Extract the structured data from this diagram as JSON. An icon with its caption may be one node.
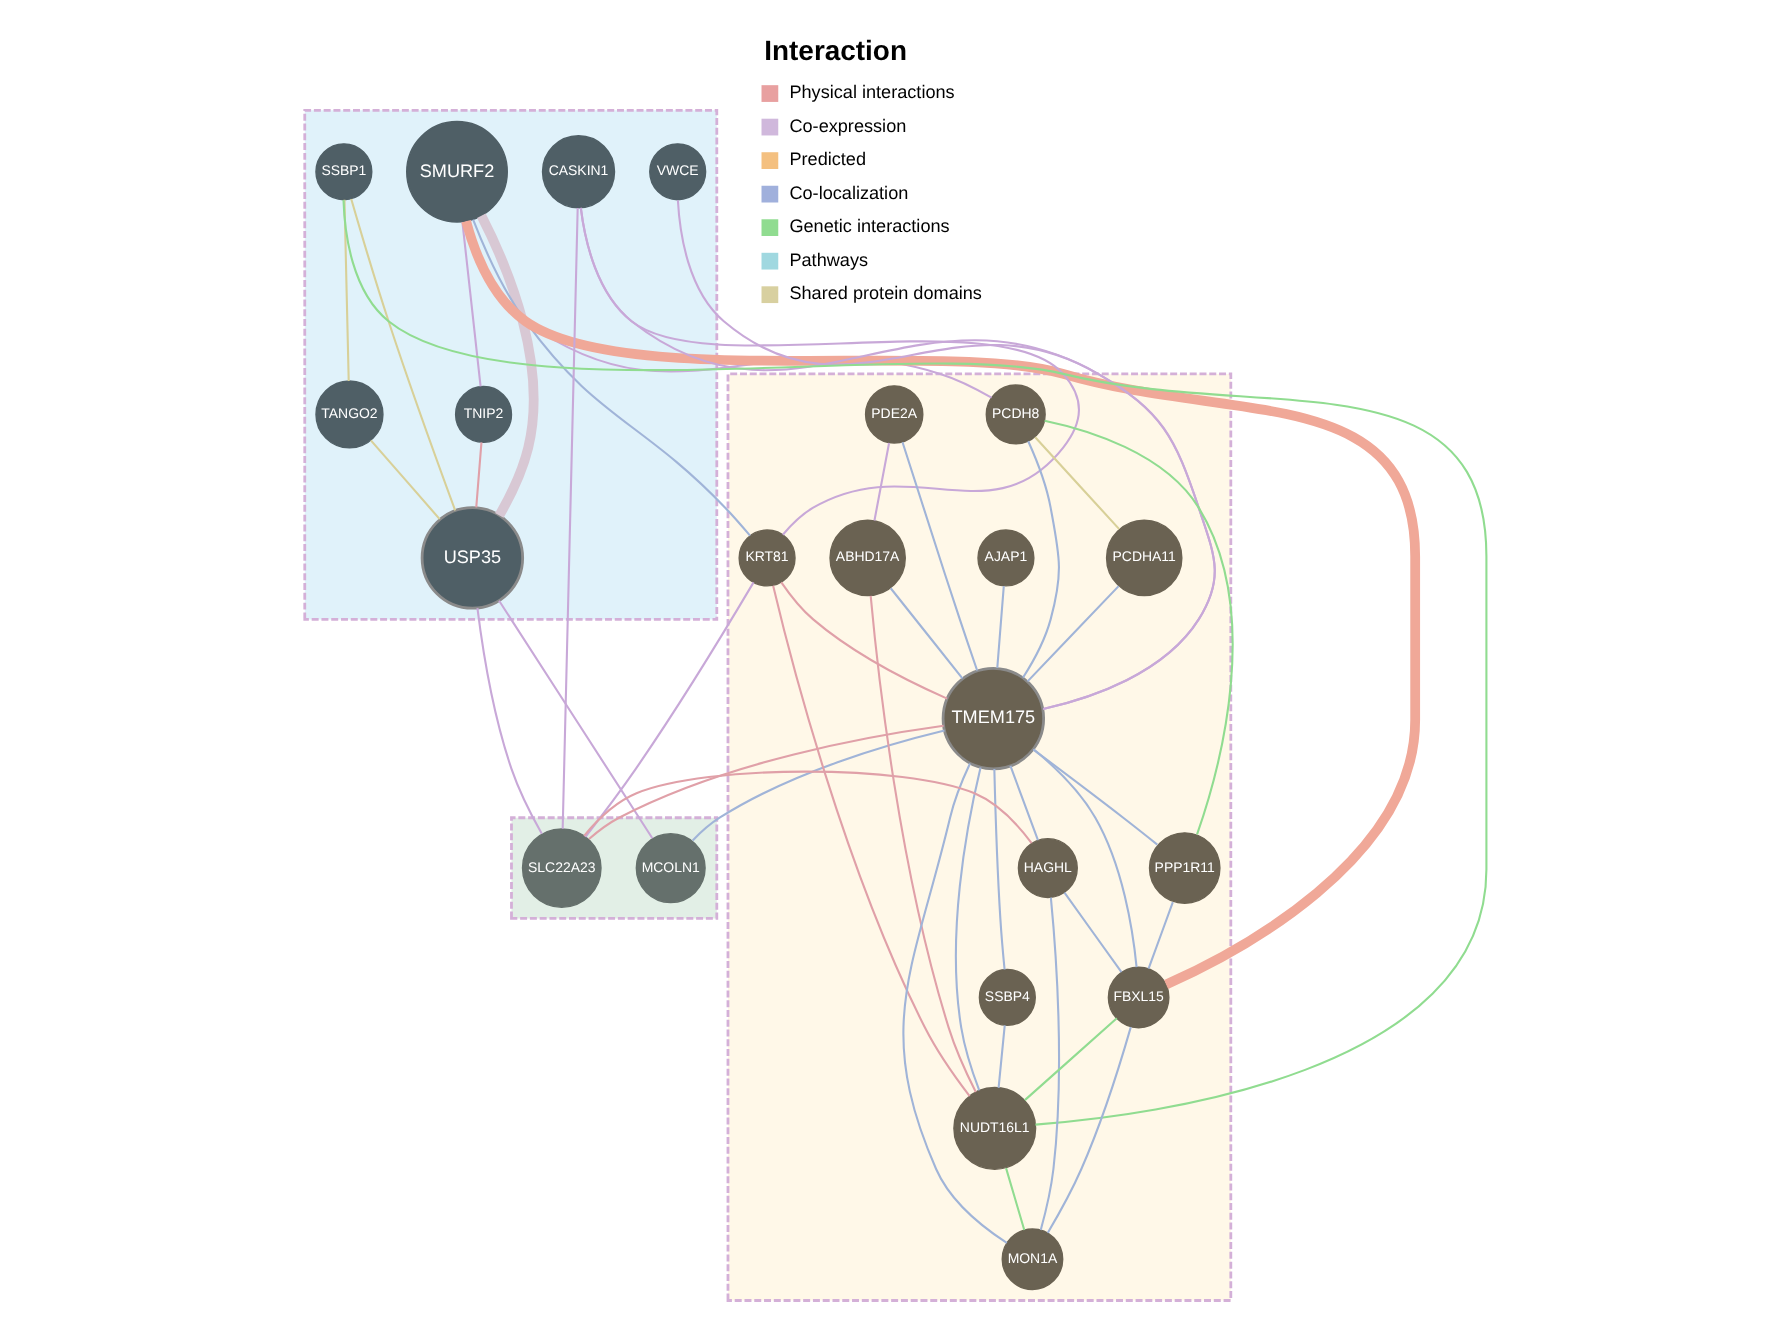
{
  "diagram": {
    "nodes": [
      {
        "text": [],
        "shape": "band"
      },
      {
        "text": [
          "SMURF2"
        ],
        "in": 0
      },
      {
        "text": [
          "VWCE"
        ],
        "in": 0
      },
      {
        "text": [
          "CASKIN1"
        ],
        "in": 0
      },
      {
        "text": [
          "TNIP2"
        ],
        "in": 0
      },
      {
        "text": [
          "SSBP1"
        ],
        "in": 0
      },
      {
        "text": [
          "TANGO2"
        ],
        "in": 0
      },
      {
        "text": [
          "USP35"
        ],
        "in": 0
      },
      {
        "text": [],
        "shape": "band"
      },
      {
        "text": [
          "MCOLN1"
        ],
        "in": 8
      },
      {
        "text": [
          "SLC22A23"
        ],
        "in": 8
      },
      {
        "text": [],
        "shape": "band"
      },
      {
        "text": [
          "KRT81"
        ],
        "in": 11
      },
      {
        "text": [
          "PDE2A"
        ],
        "in": 11
      },
      {
        "text": [
          "ABHD17A"
        ],
        "in": 11
      },
      {
        "text": [
          "TMEM175"
        ],
        "in": 11
      },
      {
        "text": [
          "PCDH8"
        ],
        "in": 11
      },
      {
        "text": [
          "HAGHL"
        ],
        "in": 11
      },
      {
        "text": [
          "PCDHA11"
        ],
        "in": 11
      },
      {
        "text": [
          "PPP1R11"
        ],
        "in": 11
      },
      {
        "text": [
          "AJAP1"
        ],
        "in": 11
      },
      {
        "text": [
          "SSBP4"
        ],
        "in": 11
      },
      {
        "text": [
          "FBXL15"
        ],
        "in": 11
      },
      {
        "text": [
          "NUDT16L1"
        ],
        "in": 11
      },
      {
        "text": [
          "MON1A"
        ],
        "in": 11
      }
    ],
    "edges": [
      {
        "from": 1,
        "to": 7,
        "arrow": "none",
        "style": "thick",
        "color": "#d8c8d4"
      },
      {
        "from": 1,
        "to": 22,
        "arrow": "none",
        "style": "thick",
        "color": "#f0a898"
      },
      {
        "from": 1,
        "to": 4,
        "arrow": "none",
        "color": "#c8a8d8"
      },
      {
        "from": 1,
        "to": 12,
        "arrow": "none",
        "color": "#a0b4d8"
      },
      {
        "from": 1,
        "to": 16,
        "arrow": "none",
        "color": "#c8a8d8"
      },
      {
        "from": 4,
        "to": 7,
        "arrow": "none",
        "color": "#e0a0a8"
      },
      {
        "from": 5,
        "to": 7,
        "arrow": "none",
        "color": "#d8d098"
      },
      {
        "from": 5,
        "to": 6,
        "arrow": "none",
        "color": "#d8d098"
      },
      {
        "from": 5,
        "to": 23,
        "arrow": "none",
        "color": "#90dc90"
      },
      {
        "from": 6,
        "to": 7,
        "arrow": "none",
        "color": "#d8d098"
      },
      {
        "from": 3,
        "to": 12,
        "arrow": "none",
        "color": "#c8a8d8"
      },
      {
        "from": 3,
        "to": 15,
        "arrow": "none",
        "color": "#c8a8d8"
      },
      {
        "from": 3,
        "to": 10,
        "arrow": "none",
        "color": "#c8a8d8"
      },
      {
        "from": 2,
        "to": 15,
        "arrow": "none",
        "color": "#c8a8d8"
      },
      {
        "from": 7,
        "to": 9,
        "arrow": "none",
        "color": "#c8a8d8"
      },
      {
        "from": 7,
        "to": 10,
        "arrow": "none",
        "color": "#c8a8d8"
      },
      {
        "from": 9,
        "to": 15,
        "arrow": "none",
        "color": "#a0b4d8"
      },
      {
        "from": 12,
        "to": 15,
        "arrow": "none",
        "color": "#e0a0a8"
      },
      {
        "from": 12,
        "to": 23,
        "arrow": "none",
        "color": "#e0a0a8"
      },
      {
        "from": 12,
        "to": 10,
        "arrow": "none",
        "color": "#c8a8d8"
      },
      {
        "from": 13,
        "to": 14,
        "arrow": "none",
        "color": "#c8a8d8"
      },
      {
        "from": 13,
        "to": 15,
        "arrow": "none",
        "color": "#a0b4d8"
      },
      {
        "from": 14,
        "to": 15,
        "arrow": "none",
        "color": "#a0b4d8"
      },
      {
        "from": 14,
        "to": 23,
        "arrow": "none",
        "color": "#e0a0a8"
      },
      {
        "from": 16,
        "to": 15,
        "arrow": "none",
        "color": "#a0b4d8"
      },
      {
        "from": 16,
        "to": 18,
        "arrow": "none",
        "color": "#d8d098"
      },
      {
        "from": 16,
        "to": 19,
        "arrow": "none",
        "color": "#90dc90"
      },
      {
        "from": 18,
        "to": 15,
        "arrow": "none",
        "color": "#a0b4d8"
      },
      {
        "from": 20,
        "to": 15,
        "arrow": "none",
        "color": "#a0b4d8"
      },
      {
        "from": 15,
        "to": 17,
        "arrow": "none",
        "color": "#a0b4d8"
      },
      {
        "from": 15,
        "to": 19,
        "arrow": "none",
        "color": "#a0b4d8"
      },
      {
        "from": 15,
        "to": 21,
        "arrow": "none",
        "color": "#a0b4d8"
      },
      {
        "from": 15,
        "to": 24,
        "arrow": "none",
        "color": "#a0b4d8"
      },
      {
        "from": 15,
        "to": 23,
        "arrow": "none",
        "color": "#a0b4d8"
      },
      {
        "from": 15,
        "to": 22,
        "arrow": "none",
        "color": "#a0b4d8"
      },
      {
        "from": 15,
        "to": 10,
        "arrow": "none",
        "color": "#e0a0a8"
      },
      {
        "from": 17,
        "to": 10,
        "arrow": "none",
        "color": "#e0a0a8"
      },
      {
        "from": 17,
        "to": 24,
        "arrow": "none",
        "color": "#a0b4d8"
      },
      {
        "from": 17,
        "to": 22,
        "arrow": "none",
        "color": "#a0b4d8"
      },
      {
        "from": 19,
        "to": 22,
        "arrow": "none",
        "color": "#a0b4d8"
      },
      {
        "from": 21,
        "to": 23,
        "arrow": "none",
        "color": "#a0b4d8"
      },
      {
        "from": 22,
        "to": 23,
        "arrow": "none",
        "color": "#90dc90"
      },
      {
        "from": 23,
        "to": 24,
        "arrow": "none",
        "color": "#90dc90"
      },
      {
        "from": 22,
        "to": 24,
        "arrow": "none",
        "color": "#a0b4d8"
      }
    ],
    "labels": [
      "Interaction"
    ],
    "legend": [
      {
        "text": "Physical interactions",
        "color": "#e8a0a0"
      },
      {
        "text": "Co-expression",
        "color": "#d0b8dc"
      },
      {
        "text": "Predicted",
        "color": "#f4c080"
      },
      {
        "text": "Co-localization",
        "color": "#a0b0dc"
      },
      {
        "text": "Genetic interactions",
        "color": "#90dc90"
      },
      {
        "text": "Pathways",
        "color": "#a0d8e0"
      },
      {
        "text": "Shared protein domains",
        "color": "#d8d0a0"
      }
    ]
  }
}
